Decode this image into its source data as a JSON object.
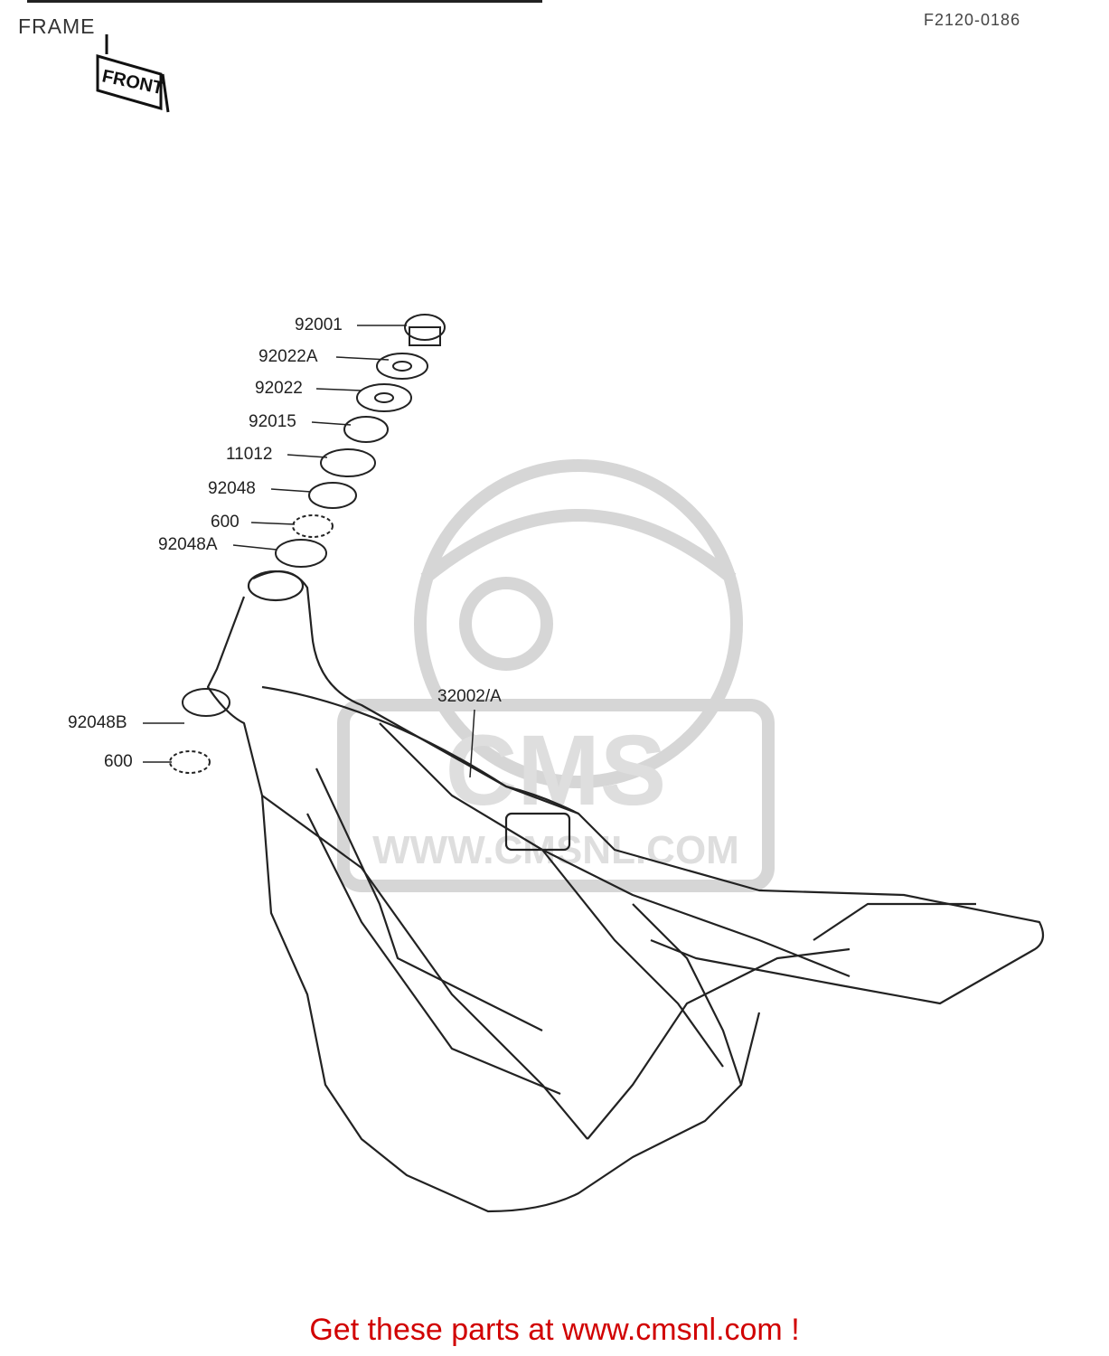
{
  "title": "FRAME",
  "figure_code": "F2120-0186",
  "front_badge": "FRONT",
  "callouts": [
    {
      "id": "92001",
      "label": "92001"
    },
    {
      "id": "92022A",
      "label": "92022A"
    },
    {
      "id": "92022",
      "label": "92022"
    },
    {
      "id": "92015",
      "label": "92015"
    },
    {
      "id": "11012",
      "label": "11012"
    },
    {
      "id": "92048",
      "label": "92048"
    },
    {
      "id": "600a",
      "label": "600"
    },
    {
      "id": "92048A",
      "label": "92048A"
    },
    {
      "id": "32002A",
      "label": "32002/A"
    },
    {
      "id": "92048B",
      "label": "92048B"
    },
    {
      "id": "600b",
      "label": "600"
    }
  ],
  "watermark": {
    "brand": "CMS",
    "url": "WWW.CMSNL.COM"
  },
  "footer": "Get these parts at www.cmsnl.com !",
  "colors": {
    "footer": "#d10000",
    "ink": "#222222",
    "watermark": "#d6d6d6"
  }
}
